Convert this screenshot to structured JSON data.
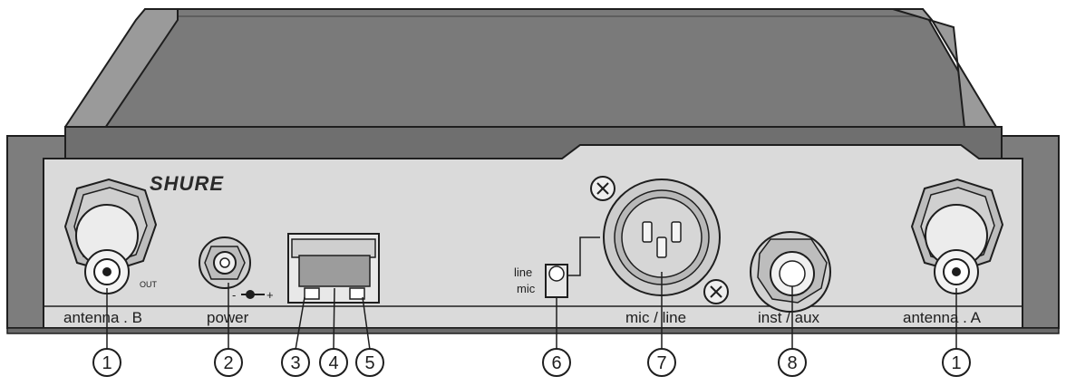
{
  "brand": "SHURE",
  "panel_labels": {
    "antenna_b": "antenna . B",
    "out": "OUT",
    "power": "power",
    "line": "line",
    "mic": "mic",
    "mic_line": "mic / line",
    "inst_aux": "inst / aux",
    "antenna_a": "antenna . A"
  },
  "callouts": [
    "1",
    "2",
    "3",
    "4",
    "5",
    "6",
    "7",
    "8",
    "1"
  ],
  "colors": {
    "panel": "#d8d8d8",
    "chassis": "#8a8a8a",
    "top": "#7c7c7c",
    "outline": "#1e1e1e"
  }
}
